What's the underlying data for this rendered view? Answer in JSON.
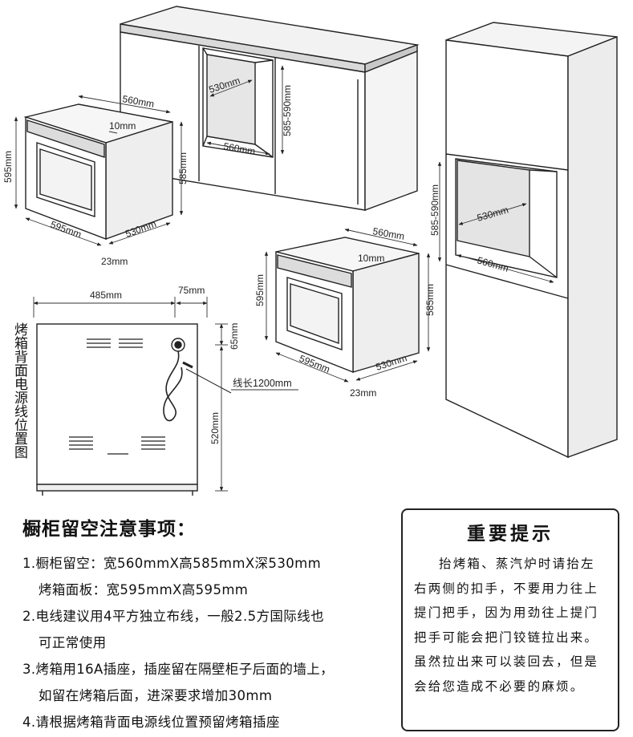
{
  "labels": {
    "oven1_width_top": "560mm",
    "oven1_panel_gap": "10mm",
    "oven1_front_height": "595mm",
    "oven1_body_height": "585mm",
    "oven1_front_width": "595mm",
    "oven1_depth": "530mm",
    "oven1_lip": "23mm",
    "cab1_inner_depth": "530mm",
    "cab1_inner_height": "585-590mm",
    "cab1_inner_width": "560mm",
    "tall_inner_height": "585-590mm",
    "tall_inner_depth": "530mm",
    "tall_inner_width": "560mm",
    "oven2_width_top": "560mm",
    "oven2_panel_gap": "10mm",
    "oven2_front_height": "595mm",
    "oven2_body_height": "585mm",
    "oven2_front_width": "595mm",
    "oven2_depth": "530mm",
    "oven2_lip": "23mm",
    "back_width": "485mm",
    "back_offset": "75mm",
    "back_top_offset": "65mm",
    "back_height": "520mm",
    "cord_length": "线长1200mm"
  },
  "vertical_caption": "烤箱背面电源线位置图",
  "notes": {
    "title": "橱柜留空注意事项：",
    "lines": [
      "1.橱柜留空：宽560mmX高585mmX深530mm",
      "烤箱面板：宽595mmX高595mm",
      "2.电线建议用4平方独立布线，一般2.5方国际线也",
      "可正常使用",
      "3.烤箱用16A插座，插座留在隔壁柜子后面的墙上，",
      "如留在烤箱后面，进深要求增加30mm",
      "4.请根据烤箱背面电源线位置预留烤箱插座"
    ]
  },
  "tip": {
    "title": "重要提示",
    "body": "抬烤箱、蒸汽炉时请抬左右两侧的扣手，不要用力往上提门把手，因为用劲往上提门把手可能会把门铰链拉出来。虽然拉出来可以装回去，但是会给您造成不必要的麻烦。"
  }
}
